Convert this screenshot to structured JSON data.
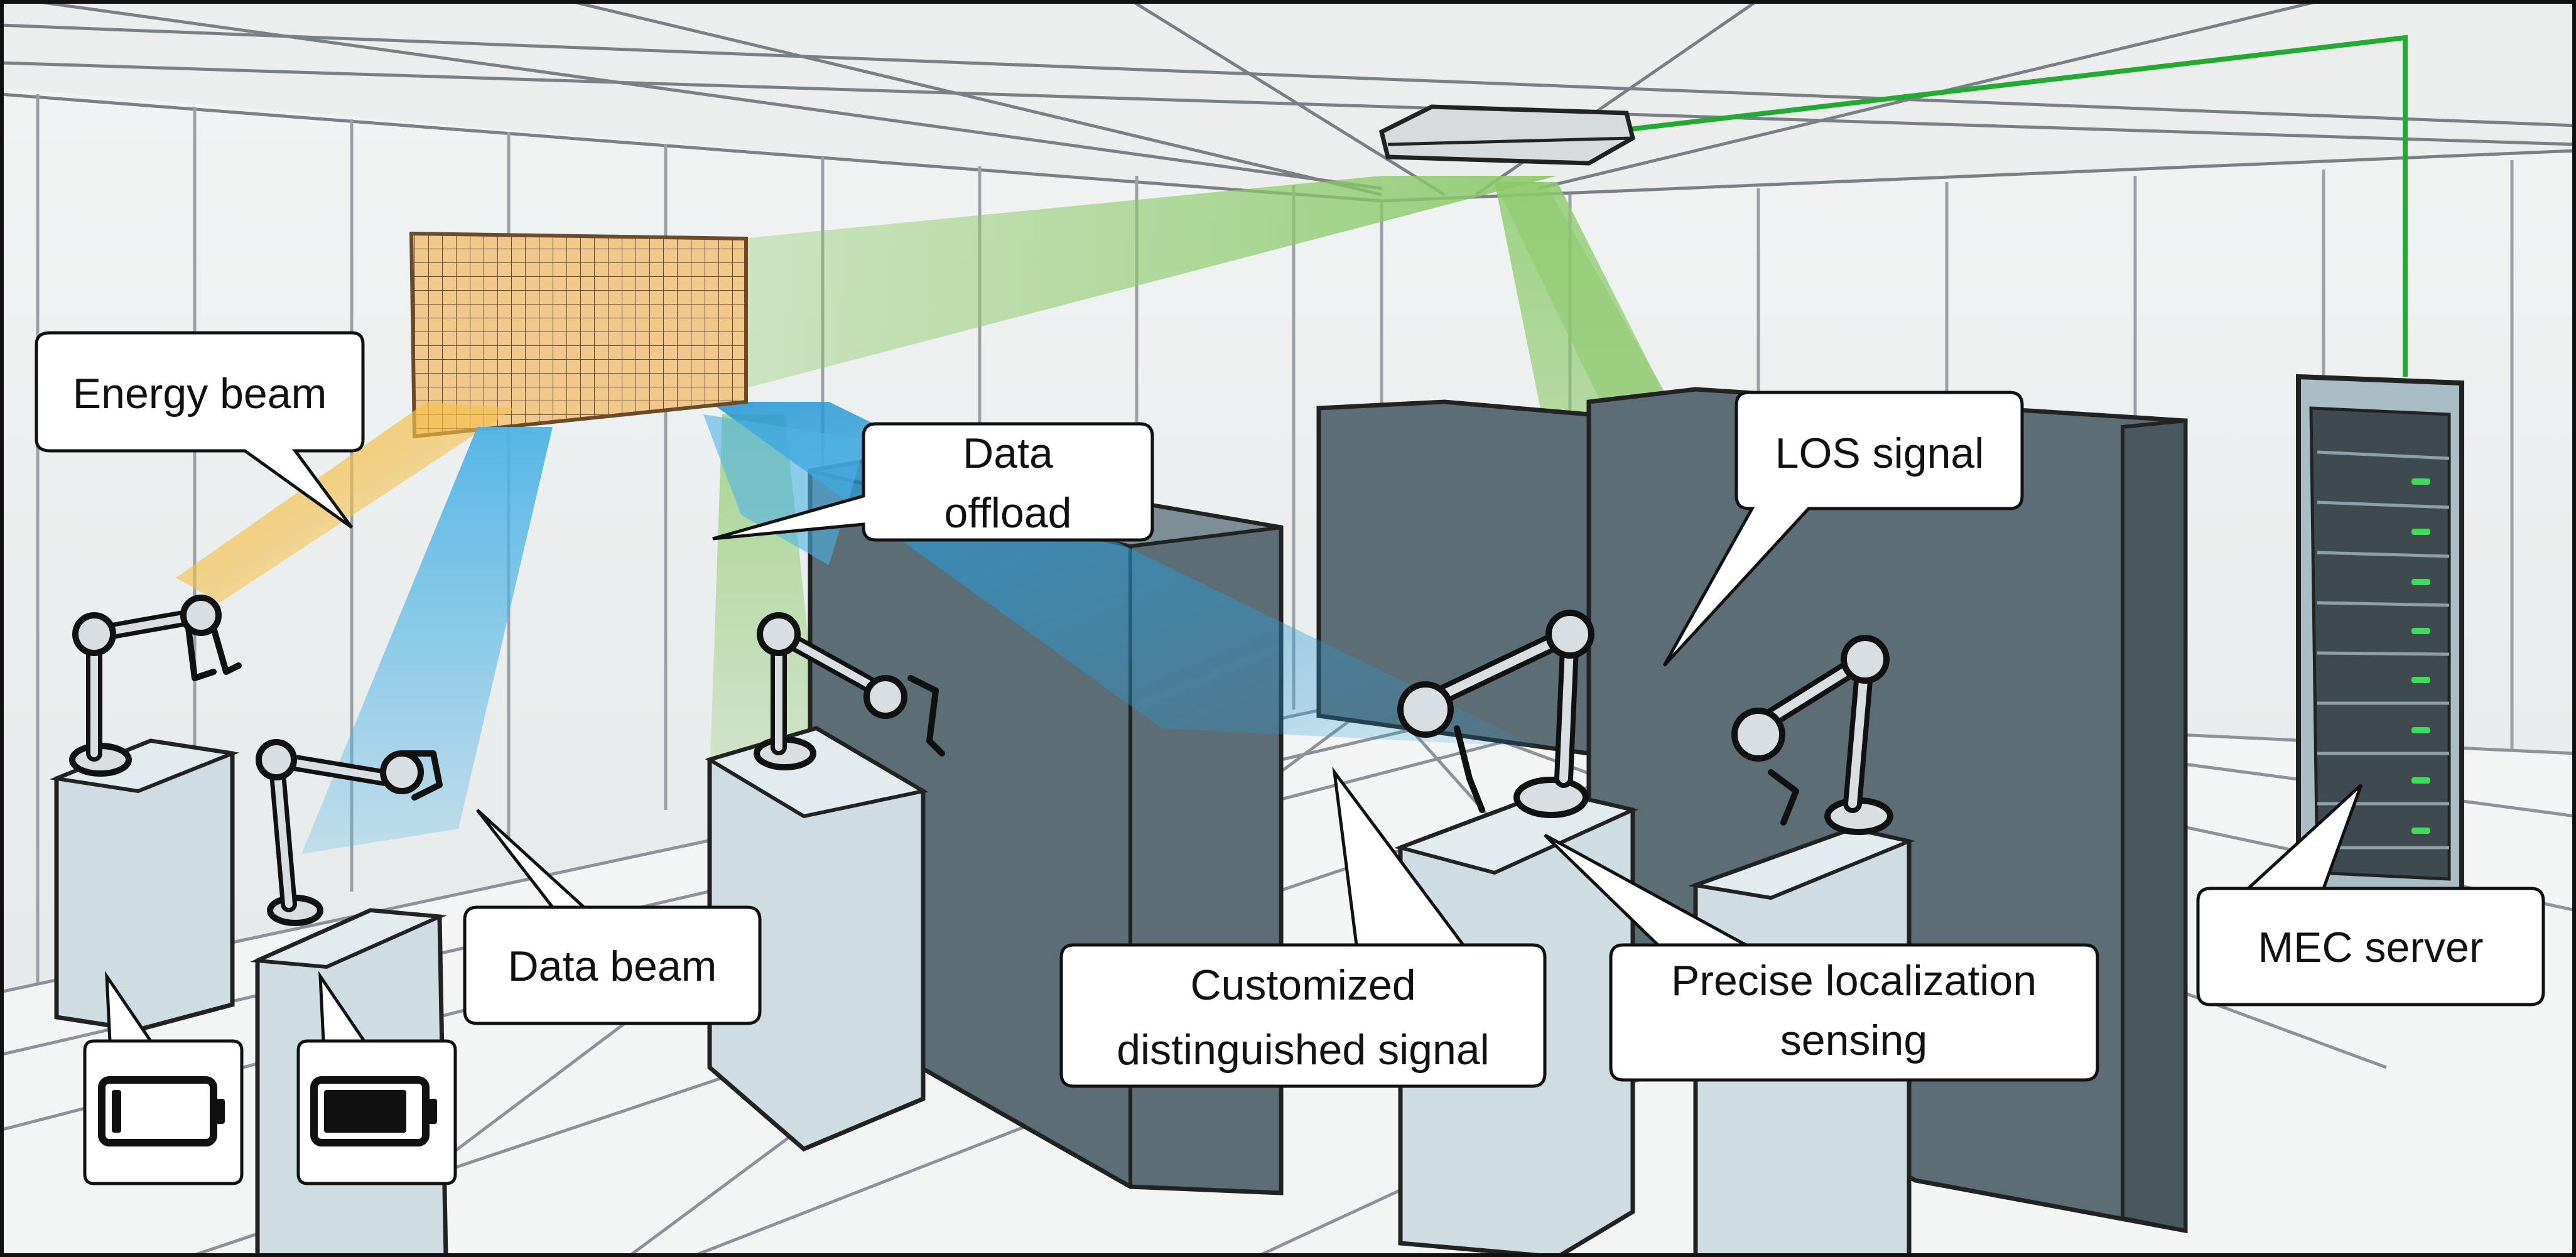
{
  "labels": {
    "energy_beam": "Energy beam",
    "data_offload_line1": "Data",
    "data_offload_line2": "offload",
    "los_signal": "LOS signal",
    "data_beam": "Data beam",
    "customized_line1": "Customized",
    "customized_line2": "distinguished signal",
    "precise_line1": "Precise localization",
    "precise_line2": "sensing",
    "mec_server": "MEC server"
  },
  "battery_levels": {
    "robot_left": 0.1,
    "robot_second": 0.9
  },
  "colors": {
    "energy_beam": "#f5c04a",
    "data_beam": "#4fb3e6",
    "green_beam": "#8cc96a",
    "backhaul_cable": "#22aa33",
    "server_led": "#3ddc5a",
    "cabinet": "#5d6d75",
    "cabinet_light": "#7d8e96",
    "pedestal": "#cfdde3",
    "ris_panel": "#f2c88a"
  }
}
